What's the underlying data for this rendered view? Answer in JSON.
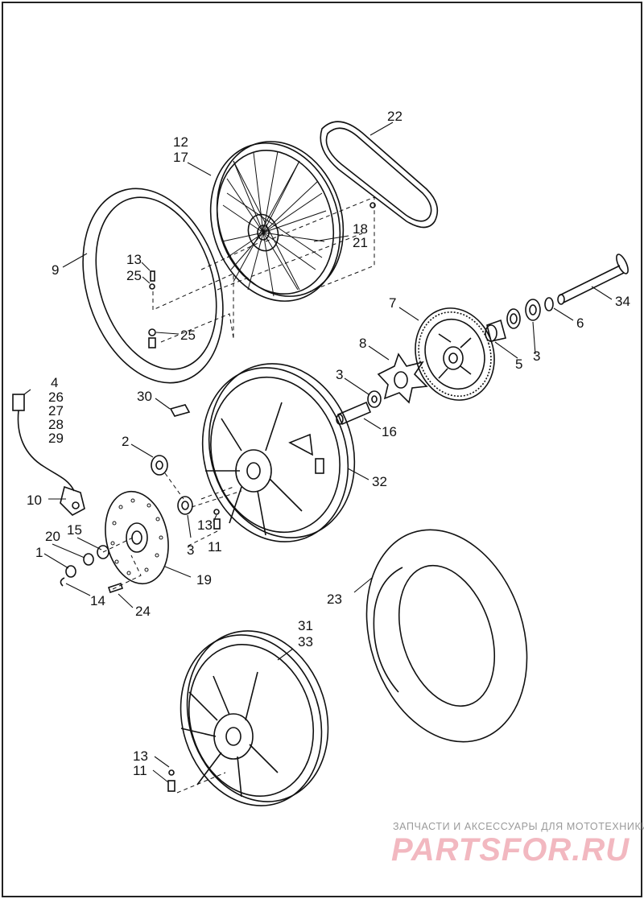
{
  "diagram": {
    "callouts": [
      {
        "id": "c22",
        "text": "22"
      },
      {
        "id": "c12",
        "text": "12"
      },
      {
        "id": "c17",
        "text": "17"
      },
      {
        "id": "c9",
        "text": "9"
      },
      {
        "id": "c13a",
        "text": "13"
      },
      {
        "id": "c25a",
        "text": "25"
      },
      {
        "id": "c25b",
        "text": "25"
      },
      {
        "id": "c18",
        "text": "18"
      },
      {
        "id": "c21",
        "text": "21"
      },
      {
        "id": "c34",
        "text": "34"
      },
      {
        "id": "c7",
        "text": "7"
      },
      {
        "id": "c6",
        "text": "6"
      },
      {
        "id": "c3a",
        "text": "3"
      },
      {
        "id": "c5",
        "text": "5"
      },
      {
        "id": "c8",
        "text": "8"
      },
      {
        "id": "c3b",
        "text": "3"
      },
      {
        "id": "c16",
        "text": "16"
      },
      {
        "id": "c4",
        "text": "4"
      },
      {
        "id": "c26",
        "text": "26"
      },
      {
        "id": "c27",
        "text": "27"
      },
      {
        "id": "c28",
        "text": "28"
      },
      {
        "id": "c29",
        "text": "29"
      },
      {
        "id": "c30",
        "text": "30"
      },
      {
        "id": "c2",
        "text": "2"
      },
      {
        "id": "c32",
        "text": "32"
      },
      {
        "id": "c10",
        "text": "10"
      },
      {
        "id": "c13b",
        "text": "13"
      },
      {
        "id": "c11a",
        "text": "11"
      },
      {
        "id": "c3c",
        "text": "3"
      },
      {
        "id": "c20",
        "text": "20"
      },
      {
        "id": "c15",
        "text": "15"
      },
      {
        "id": "c1",
        "text": "1"
      },
      {
        "id": "c19",
        "text": "19"
      },
      {
        "id": "c14",
        "text": "14"
      },
      {
        "id": "c24",
        "text": "24"
      },
      {
        "id": "c23",
        "text": "23"
      },
      {
        "id": "c31",
        "text": "31"
      },
      {
        "id": "c33",
        "text": "33"
      },
      {
        "id": "c13c",
        "text": "13"
      },
      {
        "id": "c11b",
        "text": "11"
      }
    ]
  },
  "watermark": {
    "tagline": "ЗАПЧАСТИ И АКСЕССУАРЫ ДЛЯ МОТОТЕХНИКИ",
    "logo": "PARTSFOR.RU"
  },
  "colors": {
    "line": "#111111",
    "frame": "#222222",
    "watermark_logo": "#f2b8c0",
    "watermark_text": "#9a9a9a"
  }
}
